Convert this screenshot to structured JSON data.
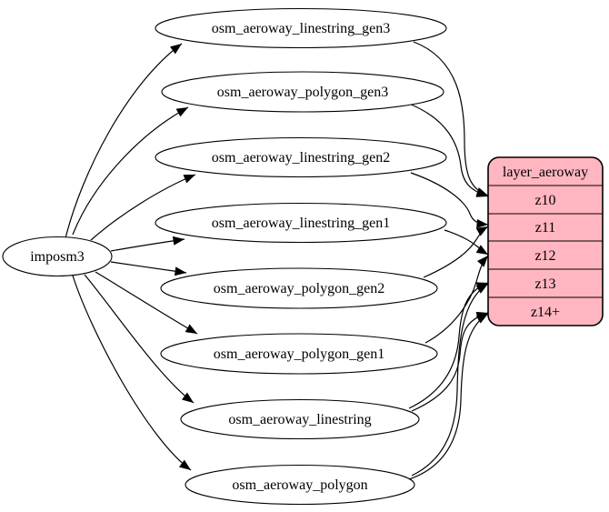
{
  "diagram": {
    "source": {
      "label": "imposm3"
    },
    "tables": [
      {
        "label": "osm_aeroway_linestring_gen3"
      },
      {
        "label": "osm_aeroway_polygon_gen3"
      },
      {
        "label": "osm_aeroway_linestring_gen2"
      },
      {
        "label": "osm_aeroway_linestring_gen1"
      },
      {
        "label": "osm_aeroway_polygon_gen2"
      },
      {
        "label": "osm_aeroway_polygon_gen1"
      },
      {
        "label": "osm_aeroway_linestring"
      },
      {
        "label": "osm_aeroway_polygon"
      }
    ],
    "layer": {
      "header": "layer_aeroway",
      "rows": [
        "z10",
        "z11",
        "z12",
        "z13",
        "z14+"
      ],
      "fill_color": "#ffb6c1",
      "border_color": "#000000"
    },
    "edges": [
      {
        "from": "imposm3",
        "to": "osm_aeroway_linestring_gen3"
      },
      {
        "from": "imposm3",
        "to": "osm_aeroway_polygon_gen3"
      },
      {
        "from": "imposm3",
        "to": "osm_aeroway_linestring_gen2"
      },
      {
        "from": "imposm3",
        "to": "osm_aeroway_linestring_gen1"
      },
      {
        "from": "imposm3",
        "to": "osm_aeroway_polygon_gen2"
      },
      {
        "from": "imposm3",
        "to": "osm_aeroway_polygon_gen1"
      },
      {
        "from": "imposm3",
        "to": "osm_aeroway_linestring"
      },
      {
        "from": "imposm3",
        "to": "osm_aeroway_polygon"
      },
      {
        "from": "osm_aeroway_linestring_gen3",
        "to": "layer_aeroway:z10"
      },
      {
        "from": "osm_aeroway_polygon_gen3",
        "to": "layer_aeroway:z10"
      },
      {
        "from": "osm_aeroway_linestring_gen2",
        "to": "layer_aeroway:z11"
      },
      {
        "from": "osm_aeroway_polygon_gen2",
        "to": "layer_aeroway:z11"
      },
      {
        "from": "osm_aeroway_linestring_gen1",
        "to": "layer_aeroway:z12"
      },
      {
        "from": "osm_aeroway_polygon_gen1",
        "to": "layer_aeroway:z12"
      },
      {
        "from": "osm_aeroway_linestring",
        "to": "layer_aeroway:z13"
      },
      {
        "from": "osm_aeroway_linestring",
        "to": "layer_aeroway:z14+"
      },
      {
        "from": "osm_aeroway_polygon",
        "to": "layer_aeroway:z13"
      },
      {
        "from": "osm_aeroway_polygon",
        "to": "layer_aeroway:z14+"
      }
    ]
  }
}
